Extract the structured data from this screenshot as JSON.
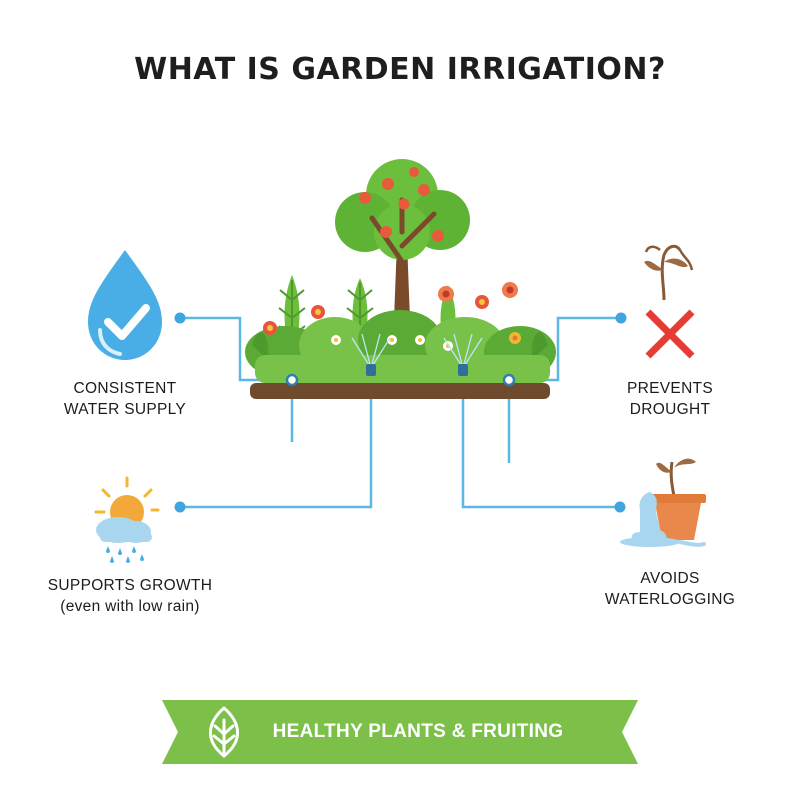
{
  "title": "WHAT IS GARDEN IRRIGATION?",
  "benefits": [
    {
      "id": "consistent-water",
      "line1": "CONSISTENT",
      "line2": "WATER SUPPLY",
      "icon": "water-drop-check-icon"
    },
    {
      "id": "supports-growth",
      "line1": "SUPPORTS GROWTH",
      "line2": "(even with low rain)",
      "icon": "sun-cloud-rain-icon"
    },
    {
      "id": "prevents-drought",
      "line1": "PREVENTS",
      "line2": "DROUGHT",
      "icon": "wilted-plant-cross-icon"
    },
    {
      "id": "avoids-waterlogging",
      "line1": "AVOIDS",
      "line2": "WATERLOGGING",
      "icon": "overflowing-pot-icon"
    }
  ],
  "banner": {
    "text": "HEALTHY PLANTS & FRUITING",
    "icon": "leaf-icon"
  },
  "colors": {
    "line": "#5bb7e6",
    "green": "#7cc04a",
    "dark_green": "#4f9a2c",
    "soil": "#6e4a2f",
    "water": "#49ade6",
    "cross": "#e53d35",
    "pot": "#e07b3a"
  }
}
